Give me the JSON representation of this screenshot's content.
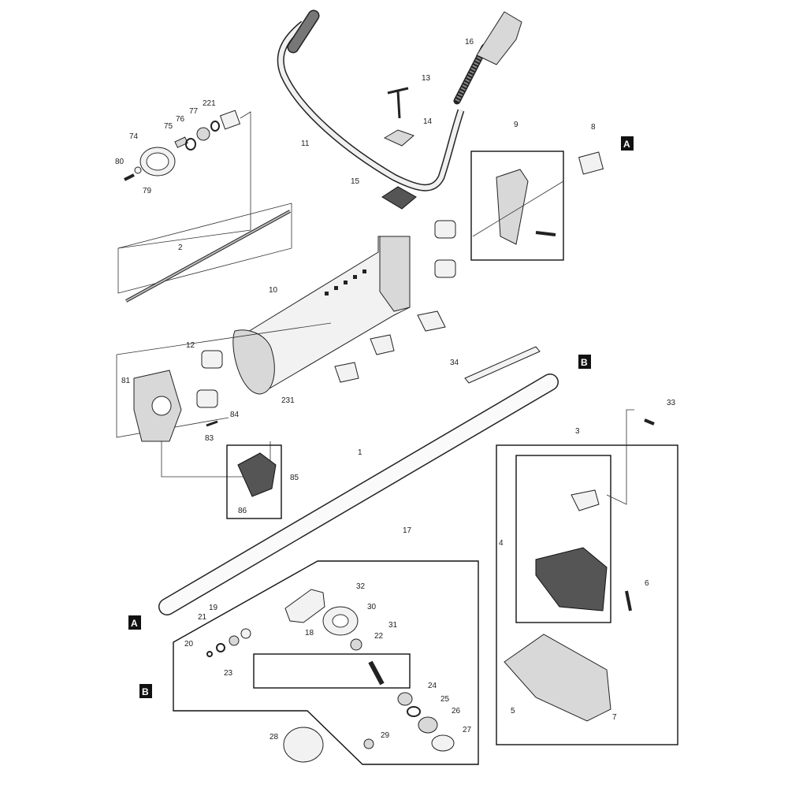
{
  "diagram": {
    "labels": [
      "16",
      "13",
      "14",
      "11",
      "9",
      "8",
      "221",
      "77",
      "76",
      "75",
      "74",
      "80",
      "79",
      "15",
      "2",
      "10",
      "12",
      "81",
      "34",
      "231",
      "84",
      "83",
      "33",
      "3",
      "1",
      "85",
      "86",
      "17",
      "4",
      "32",
      "6",
      "30",
      "19",
      "21",
      "31",
      "18",
      "22",
      "20",
      "23",
      "24",
      "25",
      "26",
      "5",
      "7",
      "27",
      "29",
      "28"
    ],
    "refs": [
      "A",
      "B",
      "B",
      "A"
    ]
  }
}
